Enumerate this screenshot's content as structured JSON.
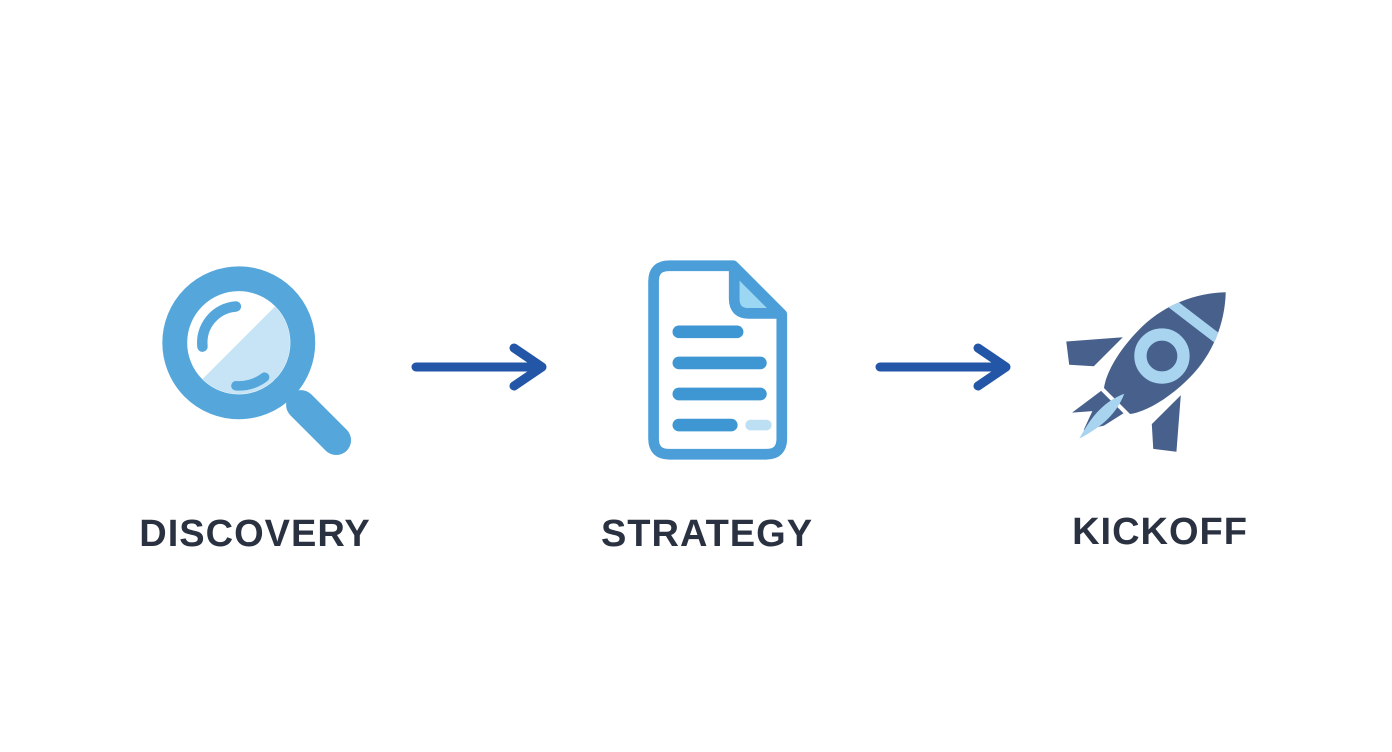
{
  "diagram": {
    "title": "three-step process flow",
    "steps": [
      {
        "label": "DISCOVERY",
        "icon": "magnifier-icon"
      },
      {
        "label": "STRATEGY",
        "icon": "document-icon"
      },
      {
        "label": "KICKOFF",
        "icon": "rocket-icon"
      }
    ],
    "connectors": [
      {
        "type": "arrow-right",
        "from": "DISCOVERY",
        "to": "STRATEGY"
      },
      {
        "type": "arrow-right",
        "from": "STRATEGY",
        "to": "KICKOFF"
      }
    ],
    "colors": {
      "background": "#ffffff",
      "magnifier_blue": "#55a7db",
      "lens_fill": "#c6e4f5",
      "document_outline": "#4b9ed8",
      "document_line": "#3e96d2",
      "document_pale_line": "#bcdff3",
      "fold_fill": "#9bd7f2",
      "rocket_navy": "#47618c",
      "rocket_accent": "#a8d4ef",
      "arrow_blue": "#2356a7",
      "label_color": "#2a3140"
    }
  }
}
